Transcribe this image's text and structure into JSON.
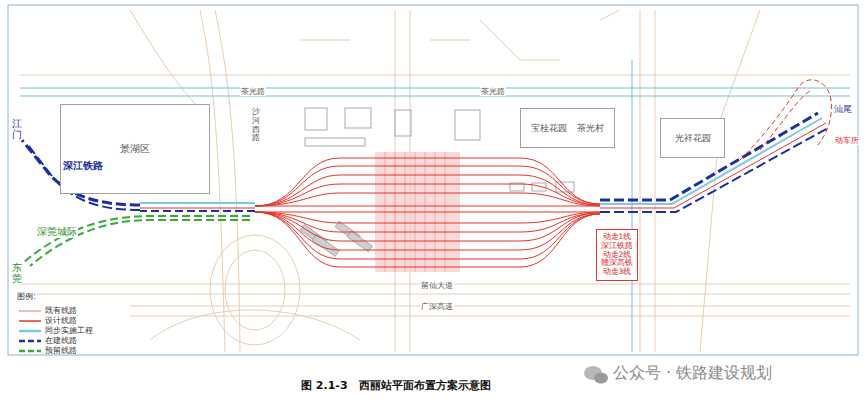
{
  "diagram": {
    "caption": "图 2.1-3　西丽站平面布置方案示意图",
    "nodes": [
      {
        "text": [
          "景湖区"
        ]
      },
      {
        "text": [
          "宝桂花园",
          "茶光村"
        ]
      },
      {
        "text": [
          "光祥花园"
        ]
      },
      {
        "text": [
          "动走1线",
          "深江铁路",
          "动走2线",
          "赣深高铁",
          "动走3线"
        ]
      }
    ],
    "labels": [
      "江门",
      "深江铁路",
      "深莞城际",
      "东莞",
      "汕尾",
      "动车所",
      "茶光路",
      "茶光路",
      "沙河西路",
      "留仙大道",
      "广深高速",
      "图例:",
      "公众号 · 铁路建设规划"
    ],
    "legend": [
      {
        "text": "既有线路"
      },
      {
        "text": "设计线路"
      },
      {
        "text": "同步实施工程"
      },
      {
        "text": "在建线路"
      },
      {
        "text": "预留线路"
      }
    ]
  }
}
